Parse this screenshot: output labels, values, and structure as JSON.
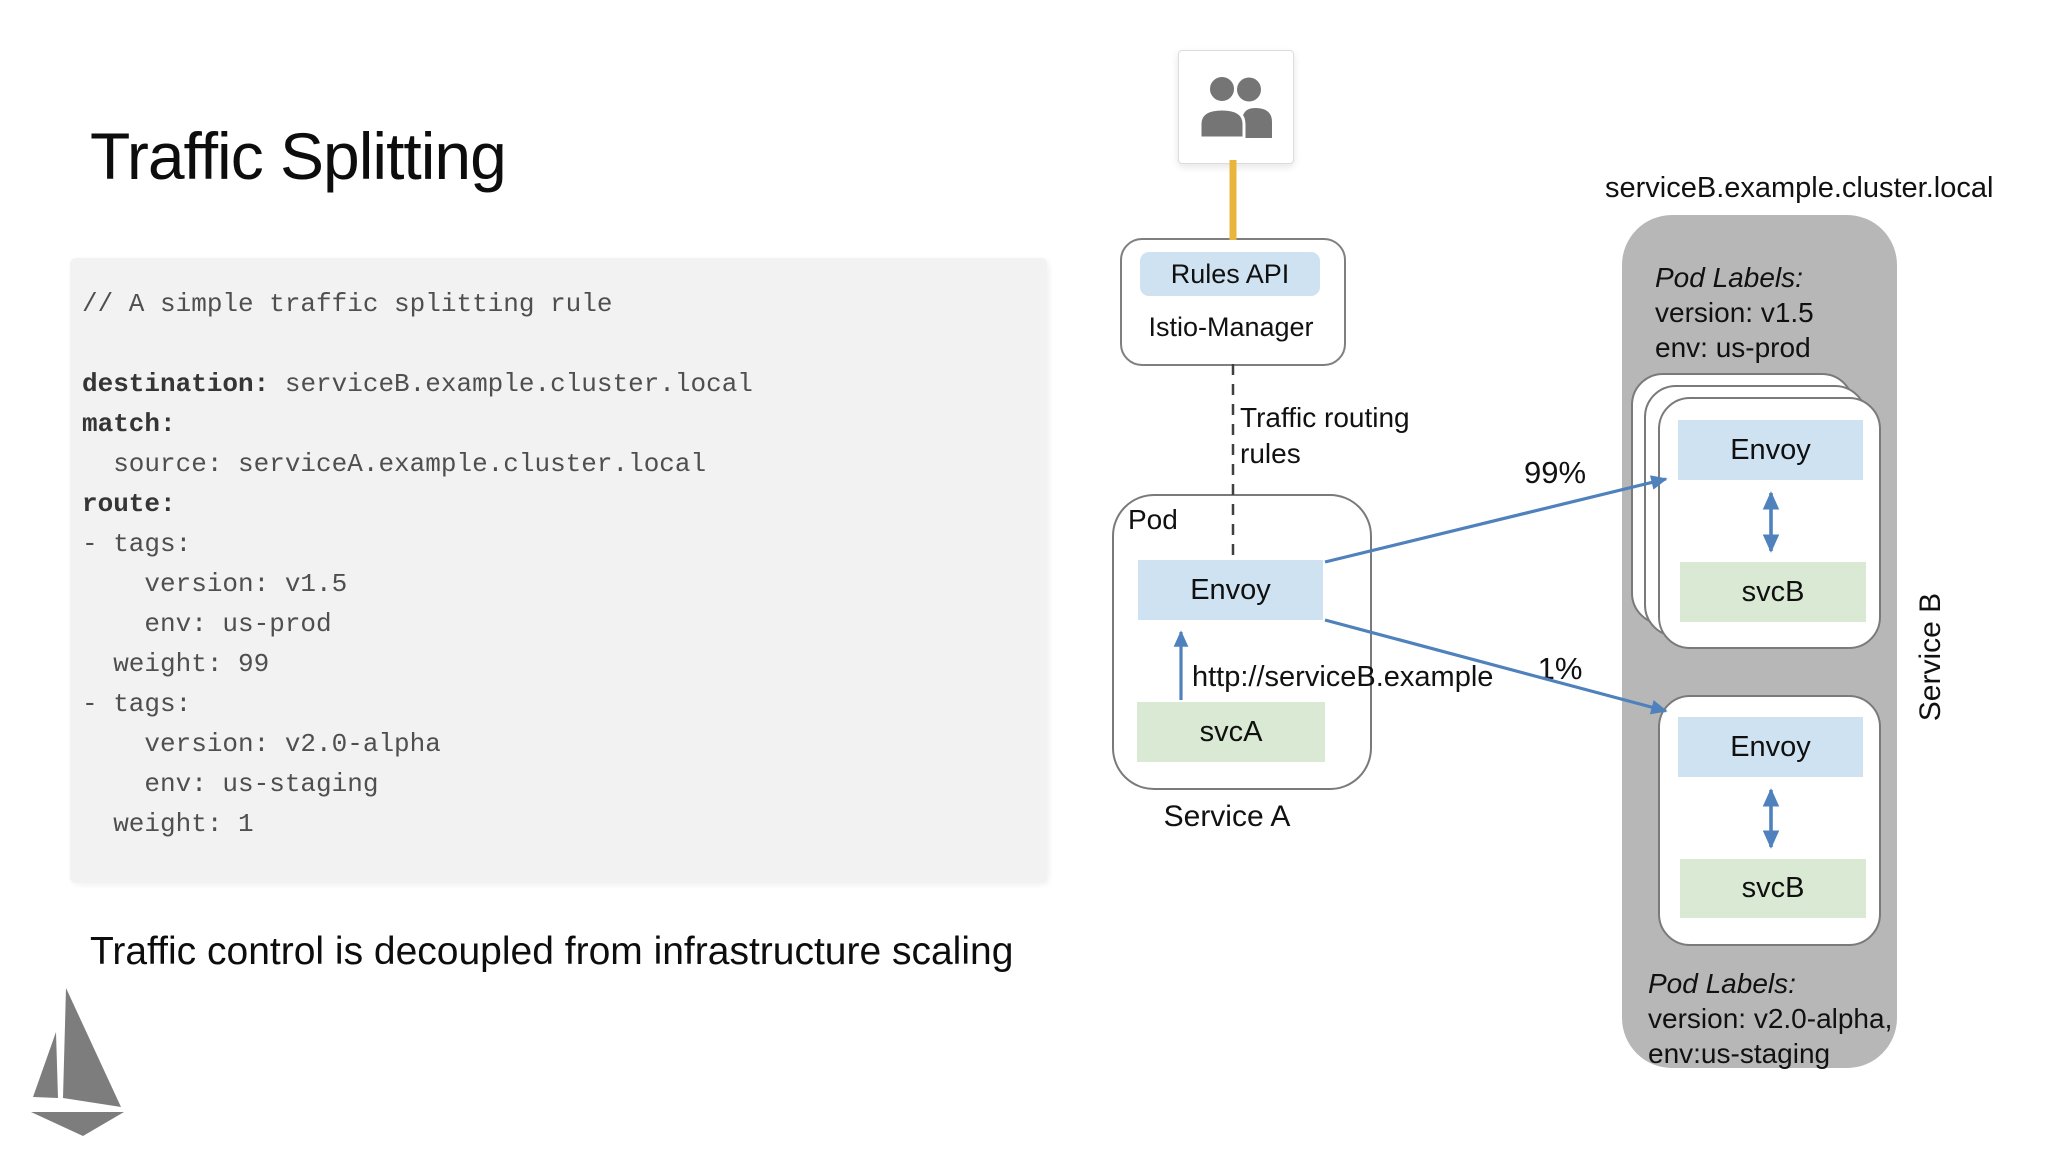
{
  "slide": {
    "title": "Traffic Splitting",
    "caption": "Traffic control is decoupled from infrastructure scaling"
  },
  "code_block": {
    "lines": [
      {
        "bold": "",
        "text": "// A simple traffic splitting rule"
      },
      {
        "bold": "",
        "text": ""
      },
      {
        "bold": "destination:",
        "text": " serviceB.example.cluster.local"
      },
      {
        "bold": "match:",
        "text": ""
      },
      {
        "bold": "",
        "text": "  source: serviceA.example.cluster.local"
      },
      {
        "bold": "route:",
        "text": ""
      },
      {
        "bold": "",
        "text": "- tags:"
      },
      {
        "bold": "",
        "text": "    version: v1.5"
      },
      {
        "bold": "",
        "text": "    env: us-prod"
      },
      {
        "bold": "",
        "text": "  weight: 99"
      },
      {
        "bold": "",
        "text": "- tags:"
      },
      {
        "bold": "",
        "text": "    version: v2.0-alpha"
      },
      {
        "bold": "",
        "text": "    env: us-staging"
      },
      {
        "bold": "",
        "text": "  weight: 1"
      }
    ]
  },
  "diagram": {
    "users_icon": "users",
    "istio_manager": {
      "api_label": "Rules API",
      "name": "Istio-Manager"
    },
    "routing_note": [
      "Traffic routing",
      "rules"
    ],
    "service_a": {
      "pod_label": "Pod",
      "envoy": "Envoy",
      "svc": "svcA",
      "request": "http://serviceB.example",
      "caption": "Service A"
    },
    "service_b": {
      "hostname": "serviceB.example.cluster.local",
      "side_label": "Service B",
      "weights": [
        "99%",
        "1%"
      ],
      "groups": [
        {
          "pod_labels_title": "Pod Labels:",
          "labels": [
            "version: v1.5",
            "env: us-prod"
          ],
          "envoy": "Envoy",
          "svc": "svcB"
        },
        {
          "pod_labels_title": "Pod Labels:",
          "labels": [
            "version: v2.0-alpha,",
            "env:us-staging"
          ],
          "envoy": "Envoy",
          "svc": "svcB"
        }
      ]
    },
    "colors": {
      "envoy_fill": "#cfe2f1",
      "svc_fill": "#d9e9d3",
      "container_fill": "#b7b7b7",
      "arrow_blue": "#4f81bd",
      "rules_line_yellow": "#e9b63d",
      "code_bg": "#f2f2f2",
      "logo_gray": "#7d7d7d",
      "icon_gray": "#757575"
    }
  }
}
